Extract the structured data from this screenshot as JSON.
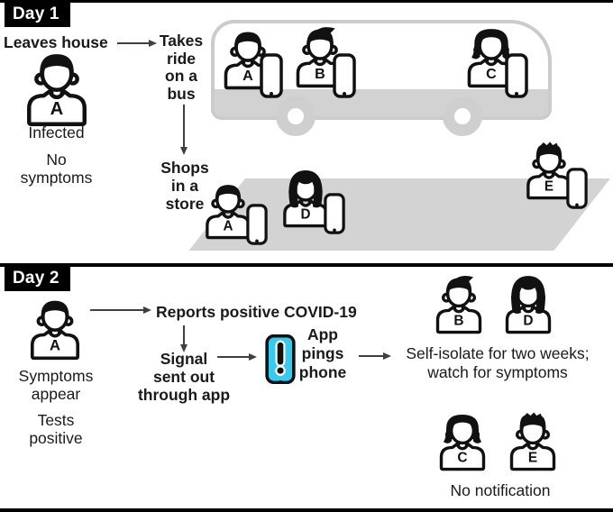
{
  "colors": {
    "accent_cyan": "#38c9f0",
    "gray": "#d2d2d2",
    "ink": "#111111"
  },
  "day1": {
    "badge": "Day 1",
    "leaves_house": "Leaves house",
    "takes_ride_lines": [
      "Takes",
      "ride",
      "on a",
      "bus"
    ],
    "shops_lines": [
      "Shops",
      "in a",
      "store"
    ],
    "infected": "Infected",
    "no_symptoms_lines": [
      "No",
      "symptoms"
    ],
    "main_person": "A",
    "bus_persons": [
      "A",
      "B",
      "C"
    ],
    "store_persons": [
      "A",
      "D",
      "E"
    ]
  },
  "day2": {
    "badge": "Day 2",
    "main_person": "A",
    "symptoms_lines": [
      "Symptoms",
      "appear"
    ],
    "tests_lines": [
      "Tests",
      "positive"
    ],
    "reports": "Reports positive COVID-19",
    "signal_lines": [
      "Signal",
      "sent out",
      "through app"
    ],
    "app_pings_lines": [
      "App",
      "pings",
      "phone"
    ],
    "notified_persons": [
      "B",
      "D"
    ],
    "self_isolate_lines": [
      "Self-isolate for two weeks;",
      "watch for symptoms"
    ],
    "not_notified_persons": [
      "C",
      "E"
    ],
    "no_notification": "No notification"
  }
}
